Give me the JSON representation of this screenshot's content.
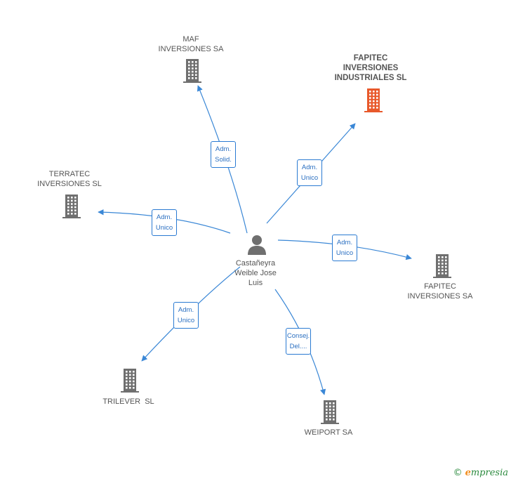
{
  "center": {
    "name_lines": [
      "Castañeyra",
      "Weible Jose",
      "Luis"
    ],
    "icon": "person-icon"
  },
  "companies": [
    {
      "id": "maf",
      "lines": [
        "MAF",
        "INVERSIONES SA"
      ],
      "icon": "building-icon",
      "highlight": false
    },
    {
      "id": "fapitec-ind",
      "lines": [
        "FAPITEC",
        "INVERSIONES",
        "INDUSTRIALES SL"
      ],
      "icon": "building-icon",
      "highlight": true
    },
    {
      "id": "terratec",
      "lines": [
        "TERRATEC",
        "INVERSIONES SL"
      ],
      "icon": "building-icon",
      "highlight": false
    },
    {
      "id": "fapitec-sa",
      "lines": [
        "FAPITEC",
        "INVERSIONES SA"
      ],
      "icon": "building-icon",
      "highlight": false
    },
    {
      "id": "trilever",
      "lines": [
        "TRILEVER  SL"
      ],
      "icon": "building-icon",
      "highlight": false
    },
    {
      "id": "weiport",
      "lines": [
        "WEIPORT SA"
      ],
      "icon": "building-icon",
      "highlight": false
    }
  ],
  "relations": [
    {
      "target": "maf",
      "lines": [
        "Adm.",
        "Solid."
      ]
    },
    {
      "target": "fapitec-ind",
      "lines": [
        "Adm.",
        "Unico"
      ]
    },
    {
      "target": "terratec",
      "lines": [
        "Adm.",
        "Unico"
      ]
    },
    {
      "target": "fapitec-sa",
      "lines": [
        "Adm.",
        "Unico"
      ]
    },
    {
      "target": "trilever",
      "lines": [
        "Adm.",
        "Unico"
      ]
    },
    {
      "target": "weiport",
      "lines": [
        "Consej.",
        "Del...."
      ]
    }
  ],
  "colors": {
    "edge": "#3a87d6",
    "building": "#6f6f6f",
    "building_highlight": "#e8592b",
    "person": "#6f6f6f"
  },
  "footer": {
    "copyright_symbol": "©",
    "brand_initial": "e",
    "brand_rest": "mpresia"
  }
}
